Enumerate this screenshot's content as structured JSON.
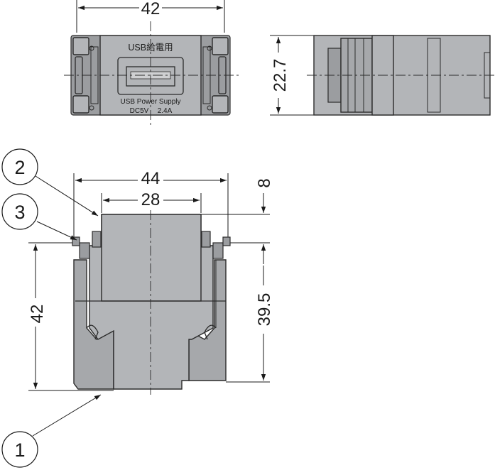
{
  "front_view": {
    "width_dim": "42",
    "label_top": "USB給電用",
    "label_line1": "USB Power Supply",
    "label_line2_voltage": "DC5V",
    "label_line2_current": "2.4A"
  },
  "side_view": {
    "height_dim": "22.7"
  },
  "bottom_view": {
    "width_outer_dim": "44",
    "width_inner_dim": "28",
    "depth_top_dim": "8",
    "height_left_dim": "42",
    "height_right_dim": "39.5"
  },
  "callouts": [
    {
      "id": "2"
    },
    {
      "id": "3"
    },
    {
      "id": "1"
    }
  ]
}
